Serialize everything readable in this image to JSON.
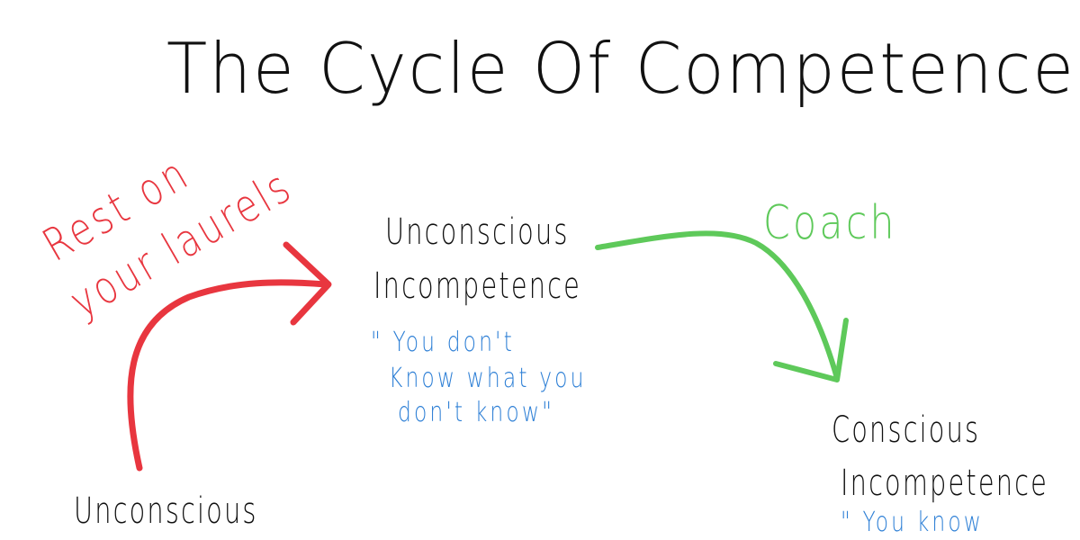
{
  "title": "The Cycle Of Competence",
  "colors": {
    "ink": "#111111",
    "red": "#e8363f",
    "green": "#5ec95a",
    "blue": "#2f80d6"
  },
  "stages": {
    "unconscious_incompetence": {
      "line1": "Unconscious",
      "line2": "Incompetence",
      "quote_line1": "\" You don't",
      "quote_line2": "Know what you",
      "quote_line3": "don't know\""
    },
    "conscious_incompetence": {
      "line1": "Conscious",
      "line2": "Incompetence",
      "quote_line1": "\" You know"
    },
    "unconscious_competence": {
      "line1": "Unconscious"
    }
  },
  "transitions": {
    "coach": "Coach",
    "rest_line1": "Rest on",
    "rest_line2": "your laurels"
  }
}
